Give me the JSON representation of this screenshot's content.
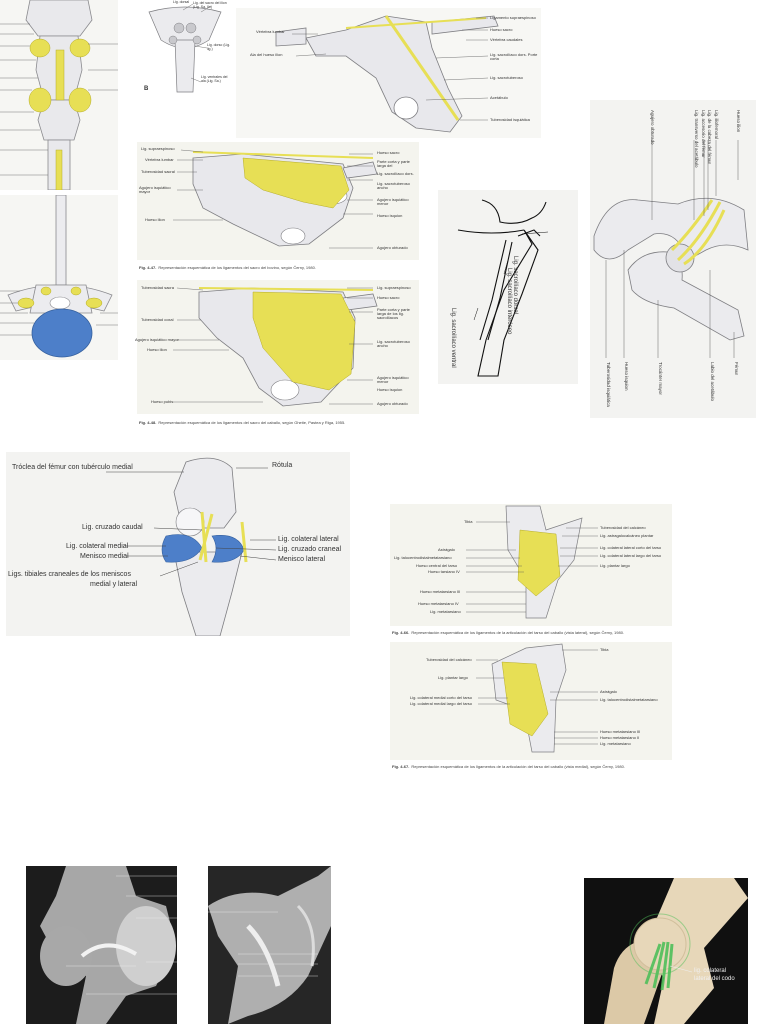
{
  "colors": {
    "ligament": "#e7df55",
    "meniscus": "#4d7fc9",
    "bone": "#eeeef0",
    "bone_stroke": "#8a8a8e",
    "plate_bg": "#f4f4ee",
    "panel_bg": "#f3f3f1",
    "ink": "#333333",
    "photo_dark": "#1c1c1c",
    "model_bg": "#101010",
    "model_bone": "#e7d7b9",
    "model_lig": "#4fbf5a"
  },
  "sacrum_lateral": {
    "labels": {
      "l1": "Ligamento supraespinoso",
      "l2": "Hueso sacro",
      "l3": "Vértebra caudales",
      "l4": "Lig. sacroilíaco dors. Porte corta",
      "l5": "Lig. sacrotuberoso",
      "l6": "Acetábulo",
      "l7": "Tuberosidad isquiática",
      "l8": "Vértebra lumbar",
      "l9": "Ala del hueso ilion"
    }
  },
  "sacrum_b": {
    "labels": {
      "l1": "Lig. dorsal",
      "l2": "Lig. del sacro del ilion (Lig. Sa. Ilo)",
      "l3": "Lig. dorso (Lig. lig.)",
      "l4": "Lig. ventrales del ala (Lig. Sa.)"
    },
    "panel_letter": "B"
  },
  "fig447": {
    "caption_num": "Fig. 4-47.",
    "caption_text": "Representación esquemática de los ligamentos del sacro del bovino, según Černy, 1980.",
    "labels": {
      "l1": "Lig. supraespinoso",
      "l2": "Vértebra lumbar",
      "l3": "Tuberosidad sacral",
      "l4": "Agujero isquiático mayor",
      "l5": "Hueso ilion",
      "r1": "Hueso sacro",
      "r2": "Parte corta y parte larga del",
      "r3": "Lig. sacroilíaco dors.",
      "r4": "Lig. sacrotuberoso ancho",
      "r5": "Agujero isquiático menor",
      "r6": "Hueso isquion",
      "r7": "Agujero obturado"
    }
  },
  "fig448": {
    "caption_num": "Fig. 4-48.",
    "caption_text": "Representación esquemática de los ligamentos del sacro del caballo, según Ghetie, Pastea y Riga, 1955.",
    "labels": {
      "l1": "Tuberosidad sacra",
      "l2": "Tuberosidad coxal",
      "l3": "Agujero isquiático mayor",
      "l4": "Hueso ilion",
      "l5": "Hueso pubis",
      "r1": "Lig. supraespinoso",
      "r2": "Hueso sacro",
      "r3": "Parte corta y parte larga de los lig. sacroilíacos",
      "r4": "Lig. sacrotuberoso ancho",
      "r5": "Agujero isquiático menor",
      "r6": "Hueso isquion",
      "r7": "Agujero obturado"
    }
  },
  "sacroiliac_sketch": {
    "labels": {
      "l1": "Lig. sacroilíaco dorsal",
      "l2": "Lig. sacroilíaco interóseo",
      "l3": "Lig. sacroilíaco ventral"
    }
  },
  "hip": {
    "labels": {
      "v1": "Hueso ilion",
      "v2": "Lig. iliofemoral",
      "v3": "Lig. de la cabeza del fémur",
      "v4": "Lig. accesorio del fémur",
      "v5": "Lig. transverso del acetábulo",
      "v6": "Agujero obturado",
      "v7": "Fémur",
      "v8": "Labio del acetábulo",
      "v9": "Trocánter mayor",
      "v10": "Hueso isquion",
      "v11": "Tuberosidad isquiática"
    }
  },
  "knee": {
    "labels": {
      "l1": "Tróclea del fémur con tubérculo medial",
      "l2": "Lig. cruzado caudal",
      "l3": "Lig. colateral medial",
      "l4": "Menisco medial",
      "l5": "Ligs. tibiales craneales de los meniscos",
      "l6": "medial y lateral",
      "r1": "Rótula",
      "r2": "Lig. colateral lateral",
      "r3": "Lig. cruzado craneal",
      "r4": "Menisco lateral"
    }
  },
  "fig466": {
    "caption_num": "Fig. 4-66.",
    "caption_text": "Representación esquemática de los ligamentos de la articulación del tarso del caballo (vista lateral), según Černy, 1980.",
    "labels": {
      "l1": "Tibia",
      "l2": "Astrágalo",
      "l3": "Lig. talocentrodistalmetatarsiano",
      "l4": "Hueso central del tarso",
      "l5": "Hueso tarsiano IV",
      "l6": "Hueso metatarsiano III",
      "l7": "Hueso metatarsiano IV",
      "l8": "Lig. metatarsiano",
      "r1": "Tuberosidad del calcáneo",
      "r2": "Lig. astragalocalcáneo plantar",
      "r3": "Lig. colateral lateral corto del tarso",
      "r4": "Lig. colateral lateral largo del tarso",
      "r5": "Lig. plantar largo"
    }
  },
  "fig467": {
    "caption_num": "Fig. 4-67.",
    "caption_text": "Representación esquemática de los ligamentos de la articulación del tarso del caballo (vista medial), según Černy, 1980.",
    "labels": {
      "l1": "Tuberosidad del calcáneo",
      "l2": "Lig. plantar largo",
      "l3": "Lig. colateral medial corto del tarso",
      "l4": "Lig. colateral medial largo del tarso",
      "r1": "Tibia",
      "r2": "Astrágalo",
      "r3": "Lig. talocentrodistalmetatarsiano",
      "r4": "Hueso metatarsiano III",
      "r5": "Hueso metatarsiano II",
      "r6": "Lig. metatarsiano"
    }
  },
  "model3d": {
    "label1": "lig. colateral",
    "label2": "lateral del codo"
  }
}
